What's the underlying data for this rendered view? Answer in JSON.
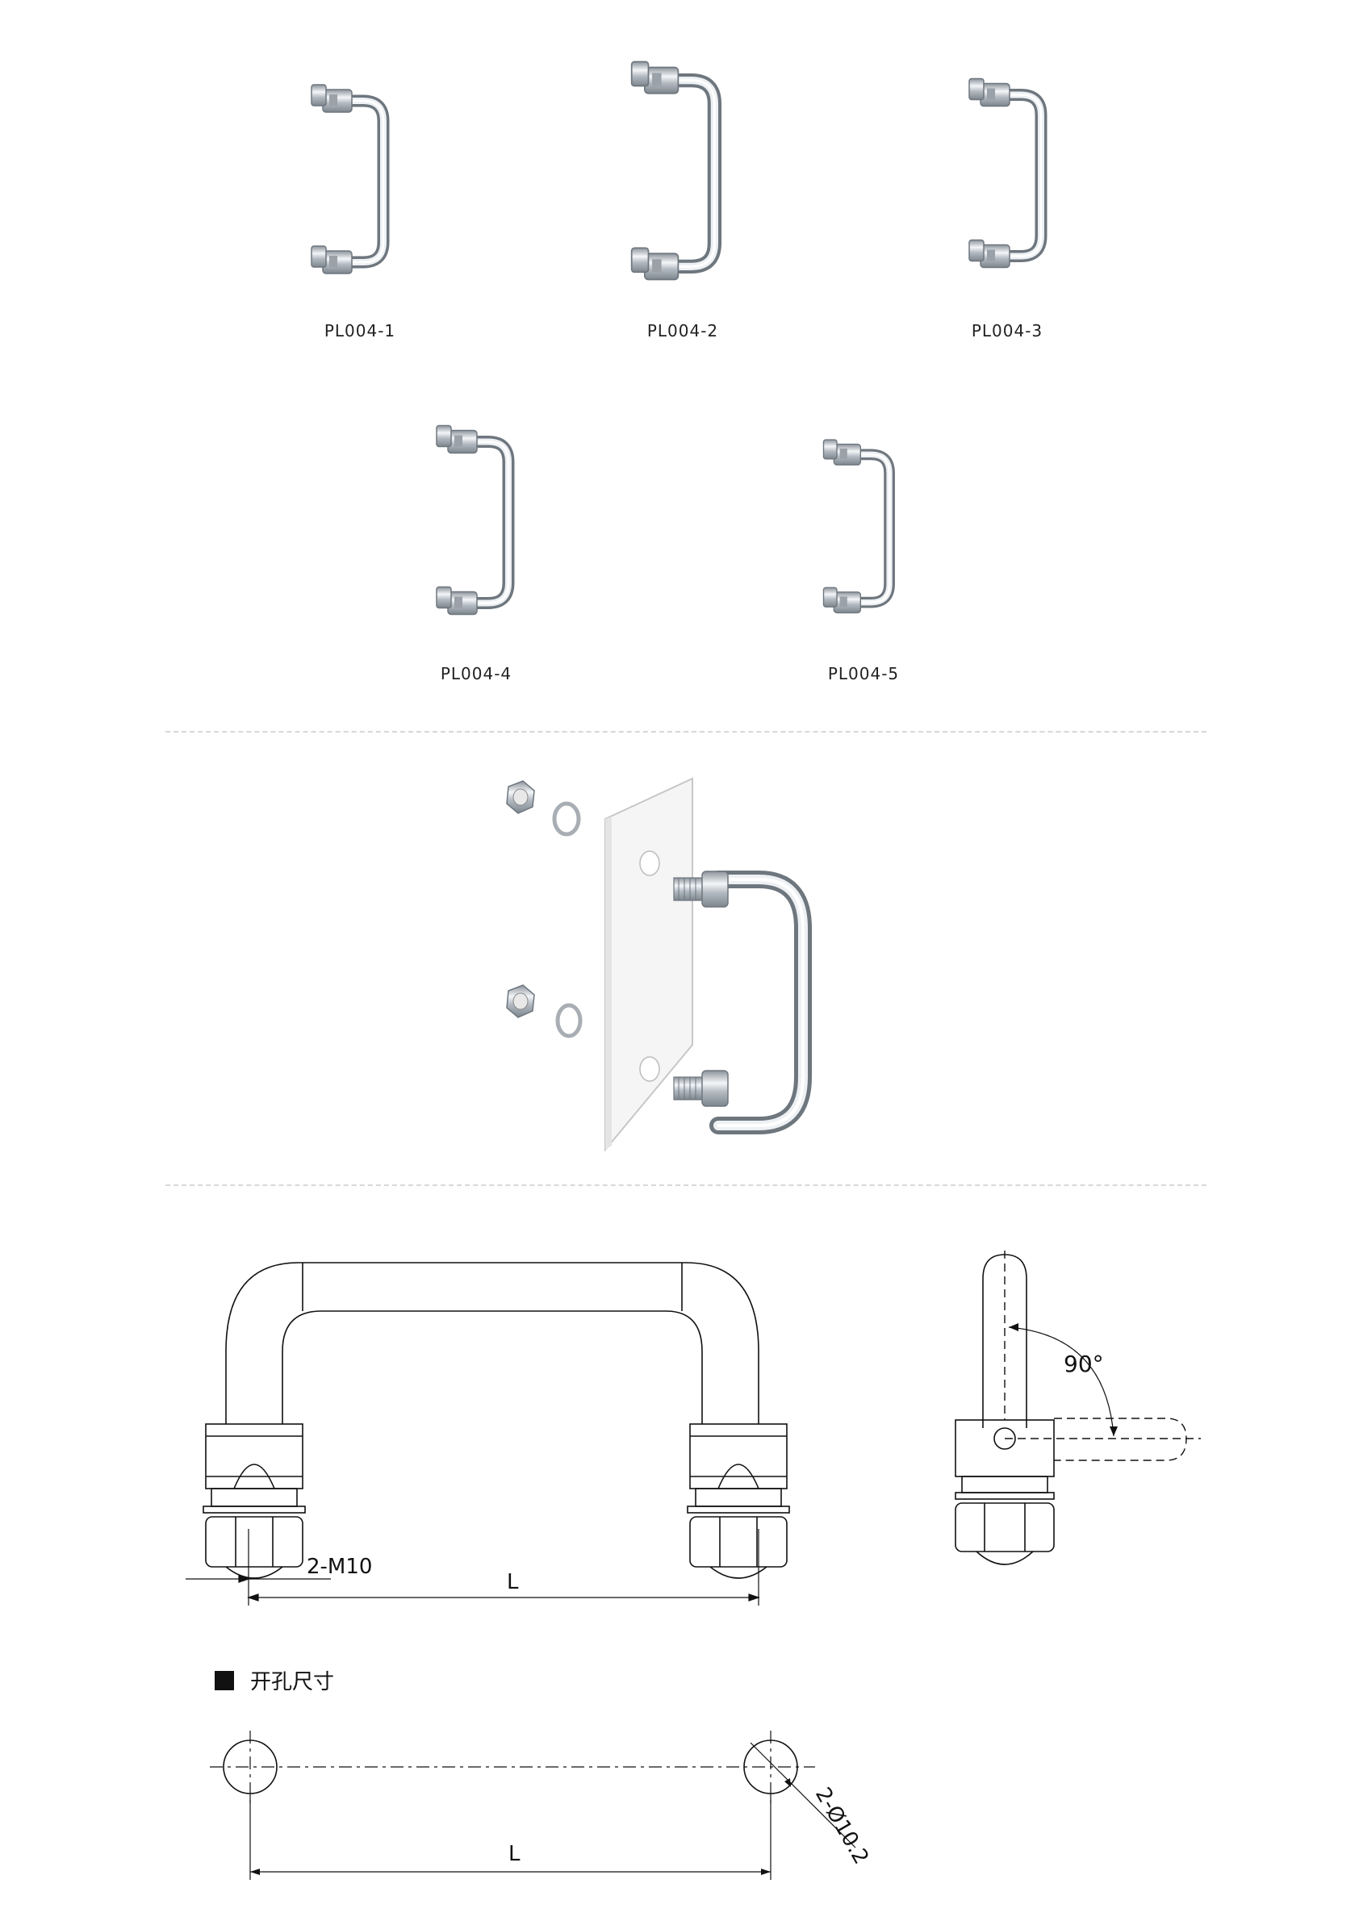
{
  "products": [
    {
      "code": "PL004-1"
    },
    {
      "code": "PL004-2"
    },
    {
      "code": "PL004-3"
    },
    {
      "code": "PL004-4"
    },
    {
      "code": "PL004-5"
    }
  ],
  "drawing": {
    "thread_label": "2-M10",
    "length_label": "L",
    "angle_label": "90°"
  },
  "cutout": {
    "title": "开孔尺寸",
    "length_label": "L",
    "hole_label": "2-Ø10.2"
  }
}
